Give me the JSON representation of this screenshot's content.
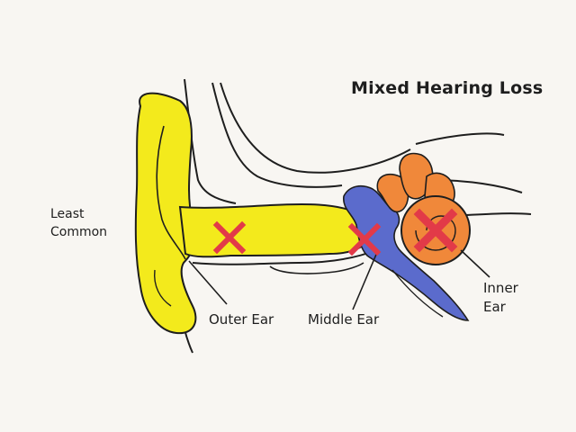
{
  "title": "Mixed Hearing Loss",
  "side_note": {
    "line1": "Least",
    "line2": "Common"
  },
  "labels": {
    "outer_ear": "Outer Ear",
    "middle_ear": "Middle Ear",
    "inner_ear": {
      "line1": "Inner",
      "line2": "Ear"
    }
  },
  "colors": {
    "background": "#f8f6f2",
    "outer_ear": "#f3ea1c",
    "middle_ear": "#5b6bcc",
    "inner_ear": "#f0883a",
    "cross": "#e23a48",
    "outline": "#1e1e1e"
  },
  "icons": [
    "cross-mark-icon"
  ]
}
